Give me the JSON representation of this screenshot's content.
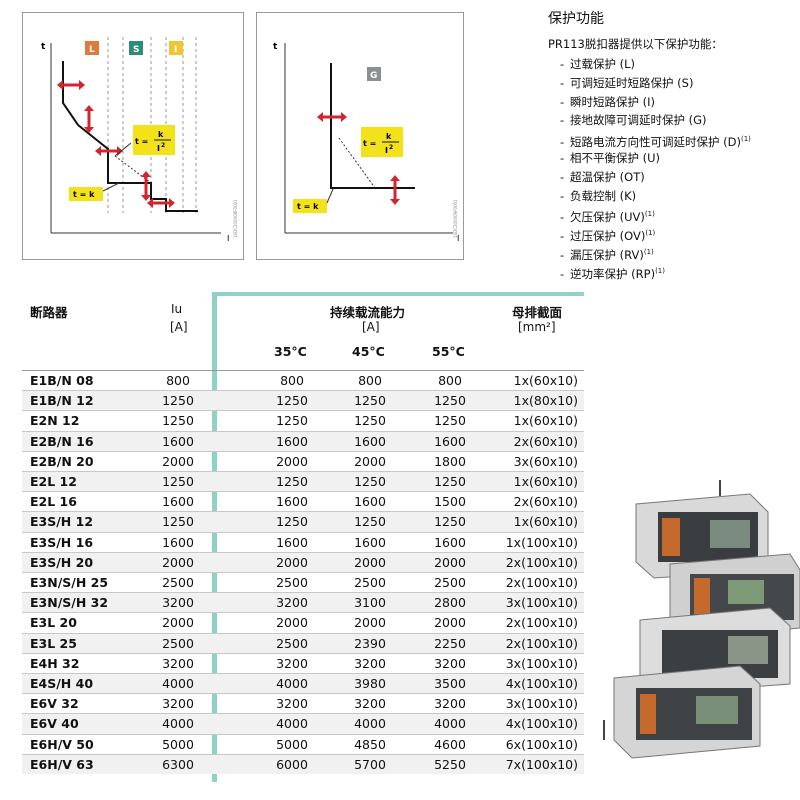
{
  "curve_l": {
    "axis_t": "t",
    "axis_i": "I",
    "zone_l": "L",
    "zone_s": "S",
    "zone_i": "I",
    "formula_t": "t =",
    "formula_num": "k",
    "formula_den": "I",
    "formula_exp": "2",
    "tk_label": "t = k",
    "code": "1SDC200008F0001"
  },
  "curve_g": {
    "axis_t": "t",
    "axis_i": "I",
    "zone_g": "G",
    "formula_t": "t =",
    "formula_num": "k",
    "formula_den": "I",
    "formula_exp": "2",
    "tk_label": "t = k",
    "code": "1SDC200009F0001"
  },
  "protection": {
    "title": "保护功能",
    "intro": "PR113脱扣器提供以下保护功能：",
    "items": [
      {
        "text": "过载保护 (L)",
        "note": ""
      },
      {
        "text": "可调短延时短路保护 (S)",
        "note": ""
      },
      {
        "text": "瞬时短路保护 (I)",
        "note": ""
      },
      {
        "text": "接地故障可调延时保护 (G)",
        "note": ""
      },
      {
        "text": "短路电流方向性可调延时保护 (D)",
        "note": "(1)"
      },
      {
        "text": "相不平衡保护 (U)",
        "note": ""
      },
      {
        "text": "超温保护 (OT)",
        "note": ""
      },
      {
        "text": "负载控制 (K)",
        "note": ""
      },
      {
        "text": "欠压保护 (UV)",
        "note": "(1)"
      },
      {
        "text": "过压保护 (OV)",
        "note": "(1)"
      },
      {
        "text": "漏压保护 (RV)",
        "note": "(1)"
      },
      {
        "text": "逆功率保护 (RP)",
        "note": "(1)"
      }
    ]
  },
  "table": {
    "col_breaker": "断路器",
    "col_iu": "Iu",
    "col_iu_unit": "[A]",
    "col_continuous": "持续载流能力",
    "col_continuous_unit": "[A]",
    "col_busbar": "母排截面",
    "col_busbar_unit": "[mm²]",
    "temp_35": "35°C",
    "temp_45": "45°C",
    "temp_55": "55°C",
    "rows": [
      {
        "model": "E1B/N 08",
        "iu": "800",
        "c35": "800",
        "c45": "800",
        "c55": "800",
        "busbar": "1x(60x10)"
      },
      {
        "model": "E1B/N 12",
        "iu": "1250",
        "c35": "1250",
        "c45": "1250",
        "c55": "1250",
        "busbar": "1x(80x10)"
      },
      {
        "model": "E2N 12",
        "iu": "1250",
        "c35": "1250",
        "c45": "1250",
        "c55": "1250",
        "busbar": "1x(60x10)"
      },
      {
        "model": "E2B/N 16",
        "iu": "1600",
        "c35": "1600",
        "c45": "1600",
        "c55": "1600",
        "busbar": "2x(60x10)"
      },
      {
        "model": "E2B/N 20",
        "iu": "2000",
        "c35": "2000",
        "c45": "2000",
        "c55": "1800",
        "busbar": "3x(60x10)"
      },
      {
        "model": "E2L 12",
        "iu": "1250",
        "c35": "1250",
        "c45": "1250",
        "c55": "1250",
        "busbar": "1x(60x10)"
      },
      {
        "model": "E2L 16",
        "iu": "1600",
        "c35": "1600",
        "c45": "1600",
        "c55": "1500",
        "busbar": "2x(60x10)"
      },
      {
        "model": "E3S/H 12",
        "iu": "1250",
        "c35": "1250",
        "c45": "1250",
        "c55": "1250",
        "busbar": "1x(60x10)"
      },
      {
        "model": "E3S/H 16",
        "iu": "1600",
        "c35": "1600",
        "c45": "1600",
        "c55": "1600",
        "busbar": "1x(100x10)"
      },
      {
        "model": "E3S/H 20",
        "iu": "2000",
        "c35": "2000",
        "c45": "2000",
        "c55": "2000",
        "busbar": "2x(100x10)"
      },
      {
        "model": "E3N/S/H 25",
        "iu": "2500",
        "c35": "2500",
        "c45": "2500",
        "c55": "2500",
        "busbar": "2x(100x10)"
      },
      {
        "model": "E3N/S/H 32",
        "iu": "3200",
        "c35": "3200",
        "c45": "3100",
        "c55": "2800",
        "busbar": "3x(100x10)"
      },
      {
        "model": "E3L 20",
        "iu": "2000",
        "c35": "2000",
        "c45": "2000",
        "c55": "2000",
        "busbar": "2x(100x10)"
      },
      {
        "model": "E3L 25",
        "iu": "2500",
        "c35": "2500",
        "c45": "2390",
        "c55": "2250",
        "busbar": "2x(100x10)"
      },
      {
        "model": "E4H 32",
        "iu": "3200",
        "c35": "3200",
        "c45": "3200",
        "c55": "3200",
        "busbar": "3x(100x10)"
      },
      {
        "model": "E4S/H 40",
        "iu": "4000",
        "c35": "4000",
        "c45": "3980",
        "c55": "3500",
        "busbar": "4x(100x10)"
      },
      {
        "model": "E6V 32",
        "iu": "3200",
        "c35": "3200",
        "c45": "3200",
        "c55": "3200",
        "busbar": "3x(100x10)"
      },
      {
        "model": "E6V 40",
        "iu": "4000",
        "c35": "4000",
        "c45": "4000",
        "c55": "4000",
        "busbar": "4x(100x10)"
      },
      {
        "model": "E6H/V 50",
        "iu": "5000",
        "c35": "5000",
        "c45": "4850",
        "c55": "4600",
        "busbar": "6x(100x10)"
      },
      {
        "model": "E6H/V 63",
        "iu": "6300",
        "c35": "6000",
        "c45": "5700",
        "c55": "5250",
        "busbar": "7x(100x10)"
      }
    ]
  },
  "colors": {
    "zone_l": "#e07a3a",
    "zone_s": "#2f8c7a",
    "zone_i": "#f2c632",
    "zone_g": "#8a8f94",
    "arrow": "#d4252f",
    "formula_box": "#f3e21a",
    "table_accent": "#8ed1c5"
  },
  "photo": {
    "icon": "circuit-breaker-stack-icon"
  }
}
